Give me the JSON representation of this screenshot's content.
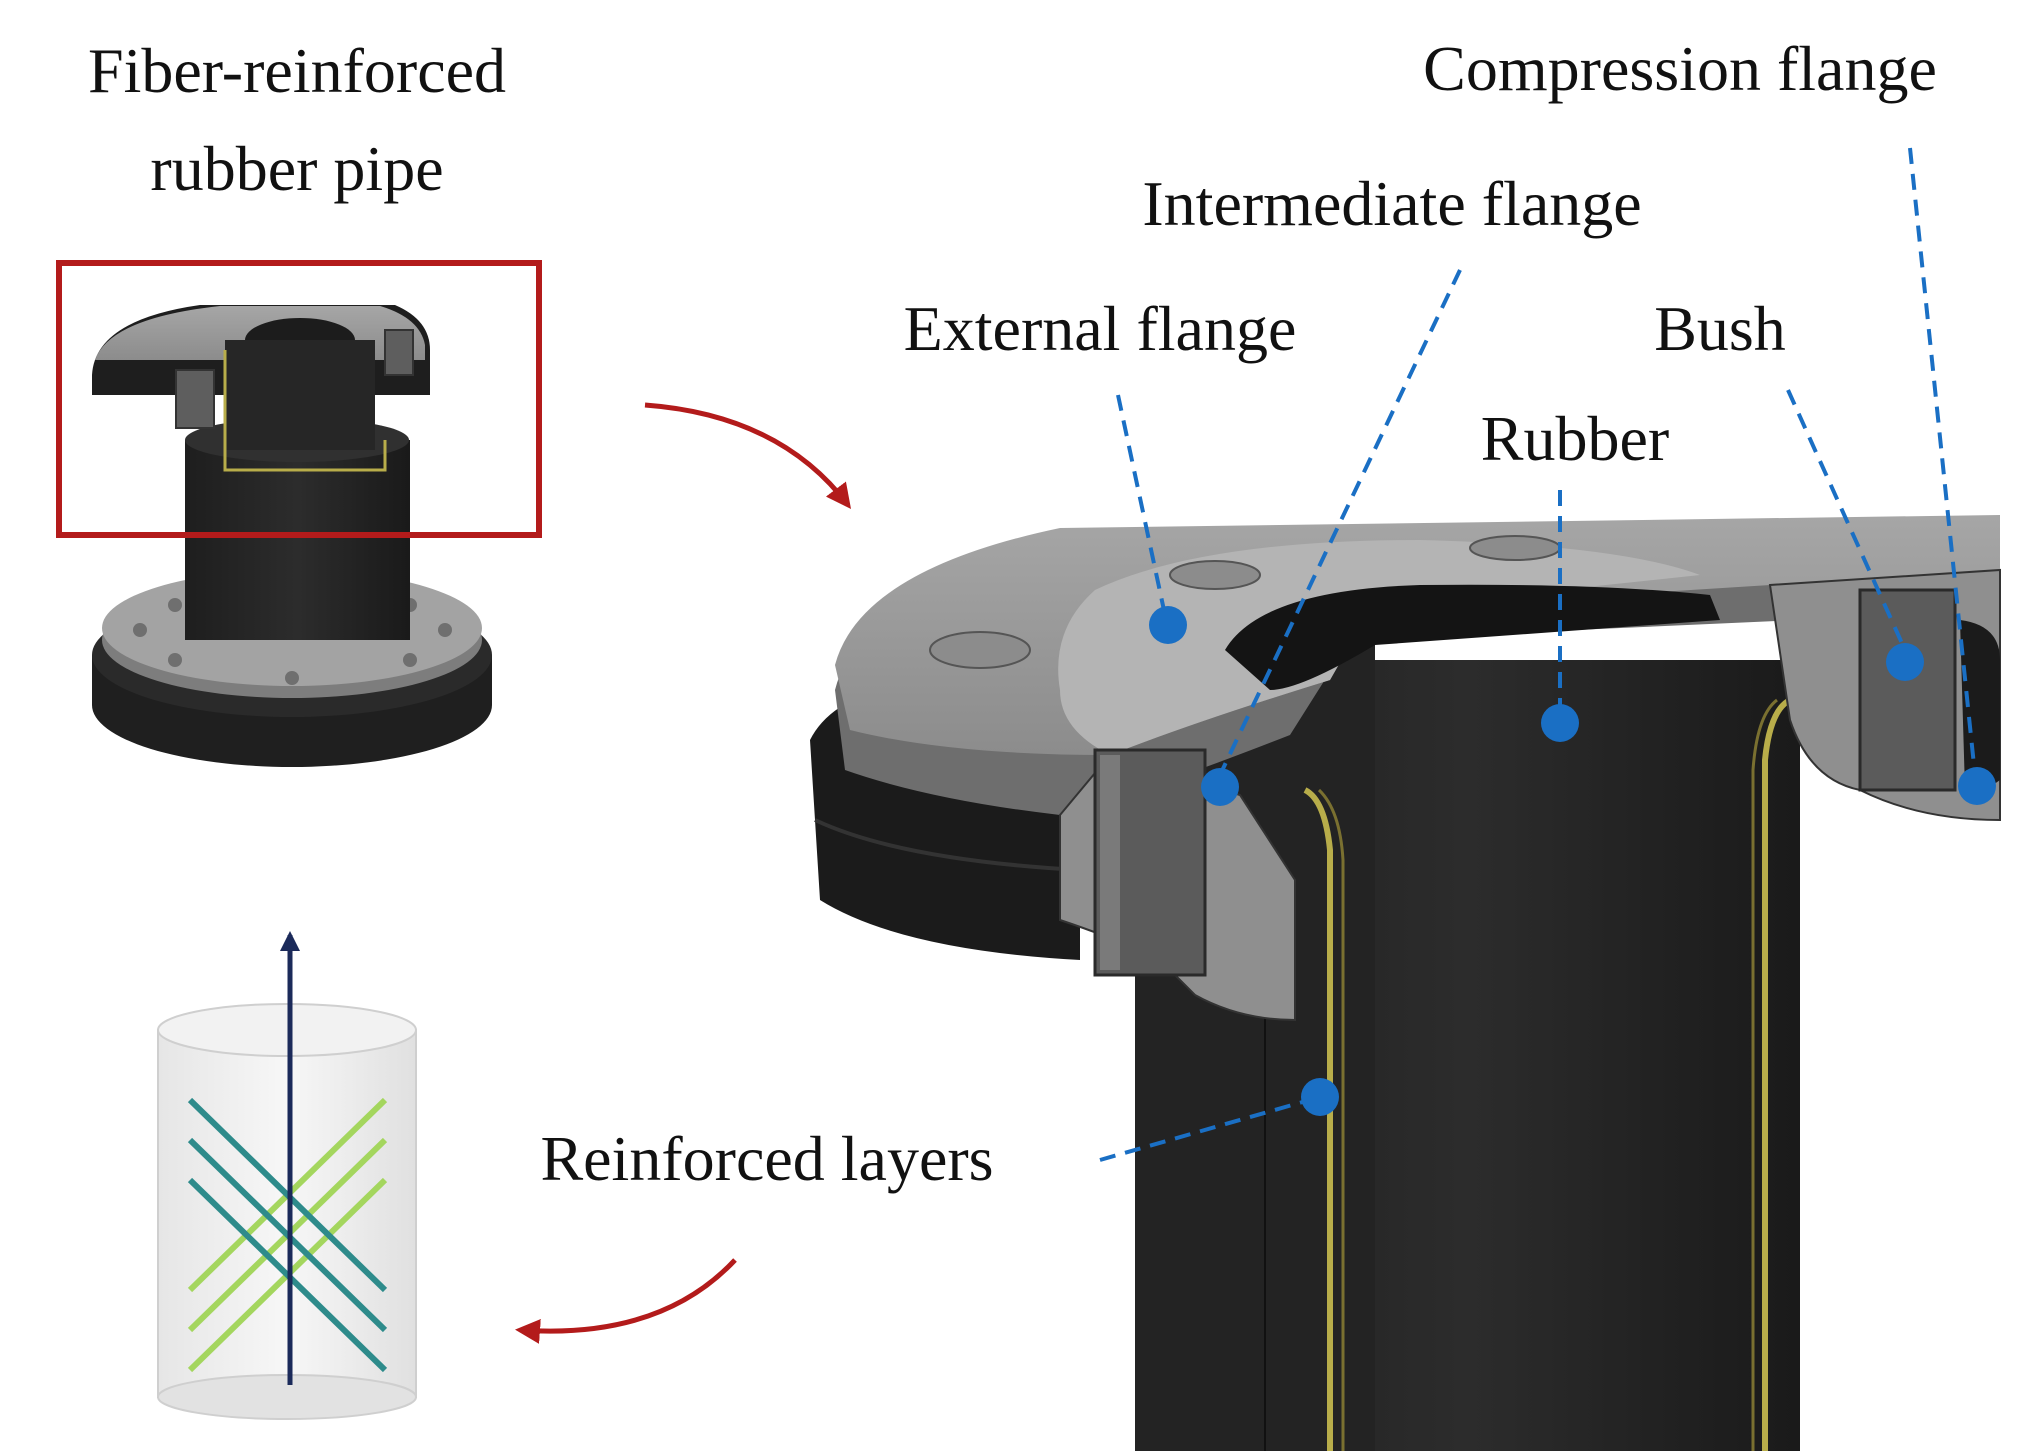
{
  "labels": {
    "title_line1": "Fiber-reinforced",
    "title_line2": "rubber pipe",
    "compression_flange": "Compression flange",
    "intermediate_flange": "Intermediate flange",
    "external_flange": "External flange",
    "bush": "Bush",
    "rubber": "Rubber",
    "reinforced_layers": "Reinforced layers"
  },
  "colors": {
    "flange_gray": "#8a8a8a",
    "rubber_black": "#262626",
    "reinforcement_yellow": "#b8ad4a",
    "leader_blue": "#1a6fc4",
    "highlight_red": "#b31b1b",
    "fiber_green": "#a4d65e",
    "fiber_teal": "#2e8b8b",
    "axis_navy": "#1b2a5a"
  },
  "icons": {
    "callout_arrow": "curved-arrow-icon",
    "axis": "arrow-up-icon"
  }
}
